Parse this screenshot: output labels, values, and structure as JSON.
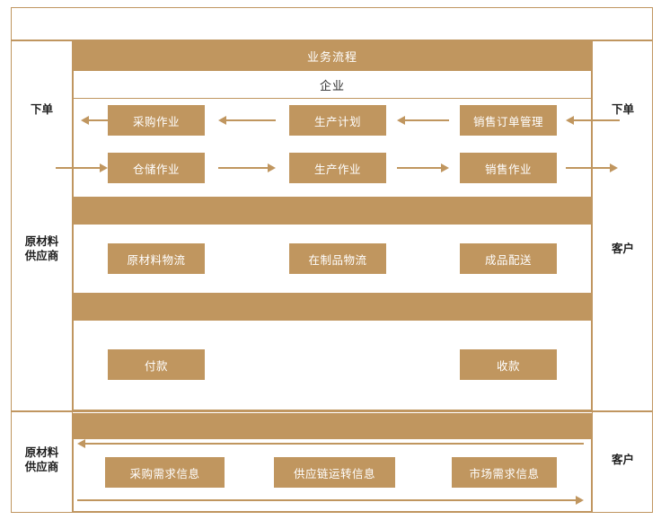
{
  "diagram": {
    "title_band": "业务流程",
    "subtitle_band": "企业",
    "left_labels": {
      "order_top": "下单",
      "supplier_main": "原材料\n供应商",
      "supplier_info": "原材料\n供应商"
    },
    "right_labels": {
      "order_top": "下单",
      "customer_main": "客户",
      "customer_info": "客户"
    },
    "rows": {
      "plan_flow": {
        "direction": "right-to-left",
        "boxes": [
          "采购作业",
          "生产计划",
          "销售订单管理"
        ]
      },
      "exec_flow": {
        "direction": "left-to-right",
        "boxes": [
          "仓储作业",
          "生产作业",
          "销售作业"
        ]
      },
      "logistics": {
        "boxes": [
          "原材料物流",
          "在制品物流",
          "成品配送"
        ]
      },
      "payment": {
        "boxes": [
          "付款",
          "收款"
        ]
      },
      "information": {
        "boxes": [
          "采购需求信息",
          "供应链运转信息",
          "市场需求信息"
        ]
      }
    },
    "colors": {
      "brown": "#C0965F",
      "box_fill": "#C0965F",
      "box_text": "#FFFFFF",
      "frame": "#C09660",
      "background": "#FFFFFF",
      "label_text": "#1E1E1E"
    }
  }
}
